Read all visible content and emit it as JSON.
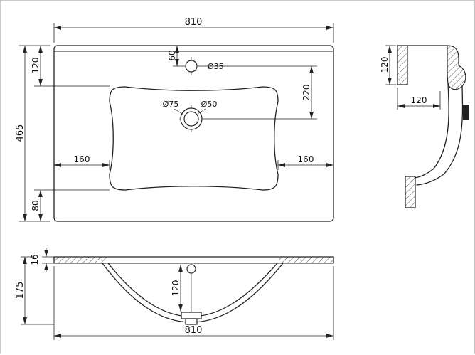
{
  "top_view": {
    "width": "810",
    "depth": "465",
    "basin_top_offset": "120",
    "faucet_from_top": "60",
    "faucet_hole_dia": "Ø35",
    "faucet_to_drain": "220",
    "drain_dia_outer": "Ø75",
    "drain_dia_inner": "Ø50",
    "basin_left_margin": "160",
    "basin_right_margin": "160",
    "basin_bottom_margin": "80"
  },
  "side_view": {
    "rim_height": "120",
    "rim_depth": "120"
  },
  "front_view": {
    "top_thickness": "16",
    "overall_height": "175",
    "bowl_depth": "120",
    "width": "810"
  }
}
